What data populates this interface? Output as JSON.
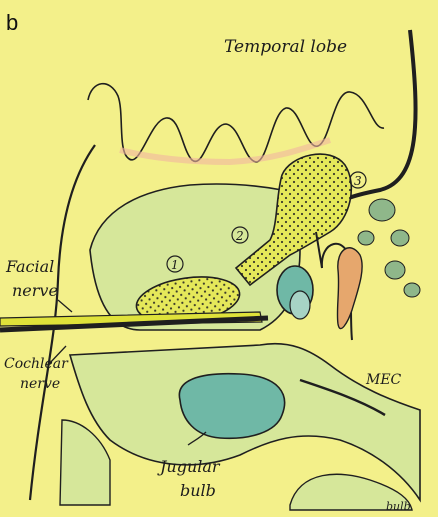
{
  "figure": {
    "panel_label": "b",
    "background_color": "#f3f08a",
    "labels": {
      "temporal_lobe": "Temporal lobe",
      "facial_nerve_1": "Facial",
      "facial_nerve_2": "nerve",
      "cochlear_nerve_1": "Cochlear",
      "cochlear_nerve_2": "nerve",
      "jugular_bulb_1": "Jugular",
      "jugular_bulb_2": "bulb",
      "mec": "MEC",
      "region_1": "1",
      "region_2": "2",
      "region_3": "3",
      "bulb_corner": "bulb"
    },
    "colors": {
      "canal_yellow": "#e5e85a",
      "canal_dot": "#3a3a2a",
      "bone_green": "#d6e79a",
      "jugular_teal": "#6fb8a6",
      "ossicle_orange": "#e6a76d",
      "nerve_yellow": "#dfe23a",
      "ink": "#1f1f1f"
    }
  }
}
